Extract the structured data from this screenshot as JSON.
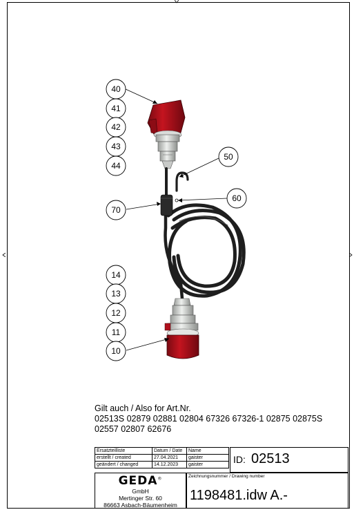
{
  "callouts": [
    "40",
    "41",
    "42",
    "43",
    "44",
    "50",
    "60",
    "70",
    "14",
    "13",
    "12",
    "11",
    "10"
  ],
  "gilt": {
    "heading": "Gilt auch / Also for Art.Nr.",
    "line1": "02513S 02879 02881 02804 67326 67326-1 02875 02875S",
    "line2": "02557 02807 62676"
  },
  "titleblock": {
    "row1": [
      "Ersatzteilliste",
      "Datum / Date",
      "Name"
    ],
    "row2": [
      "erstellt / created",
      "27.04.2021",
      "gaister"
    ],
    "row3": [
      "geändert / changed",
      "14.12.2023",
      "gaister"
    ],
    "id_label": "ID:",
    "id_value": "02513",
    "company_logo": "GEDA",
    "registered": "®",
    "company_form": "GmbH",
    "street": "Mertinger Str. 60",
    "city": "86663 Asbach-Bäumenheim",
    "drawing_label": "Zeichnungsnummer / Drawing number",
    "drawing_number": "1198481.idw A.-"
  },
  "colors": {
    "plug_red": "#b0101c",
    "gland_grey": "#c9ccc9",
    "cable": "#1e1e1e"
  }
}
